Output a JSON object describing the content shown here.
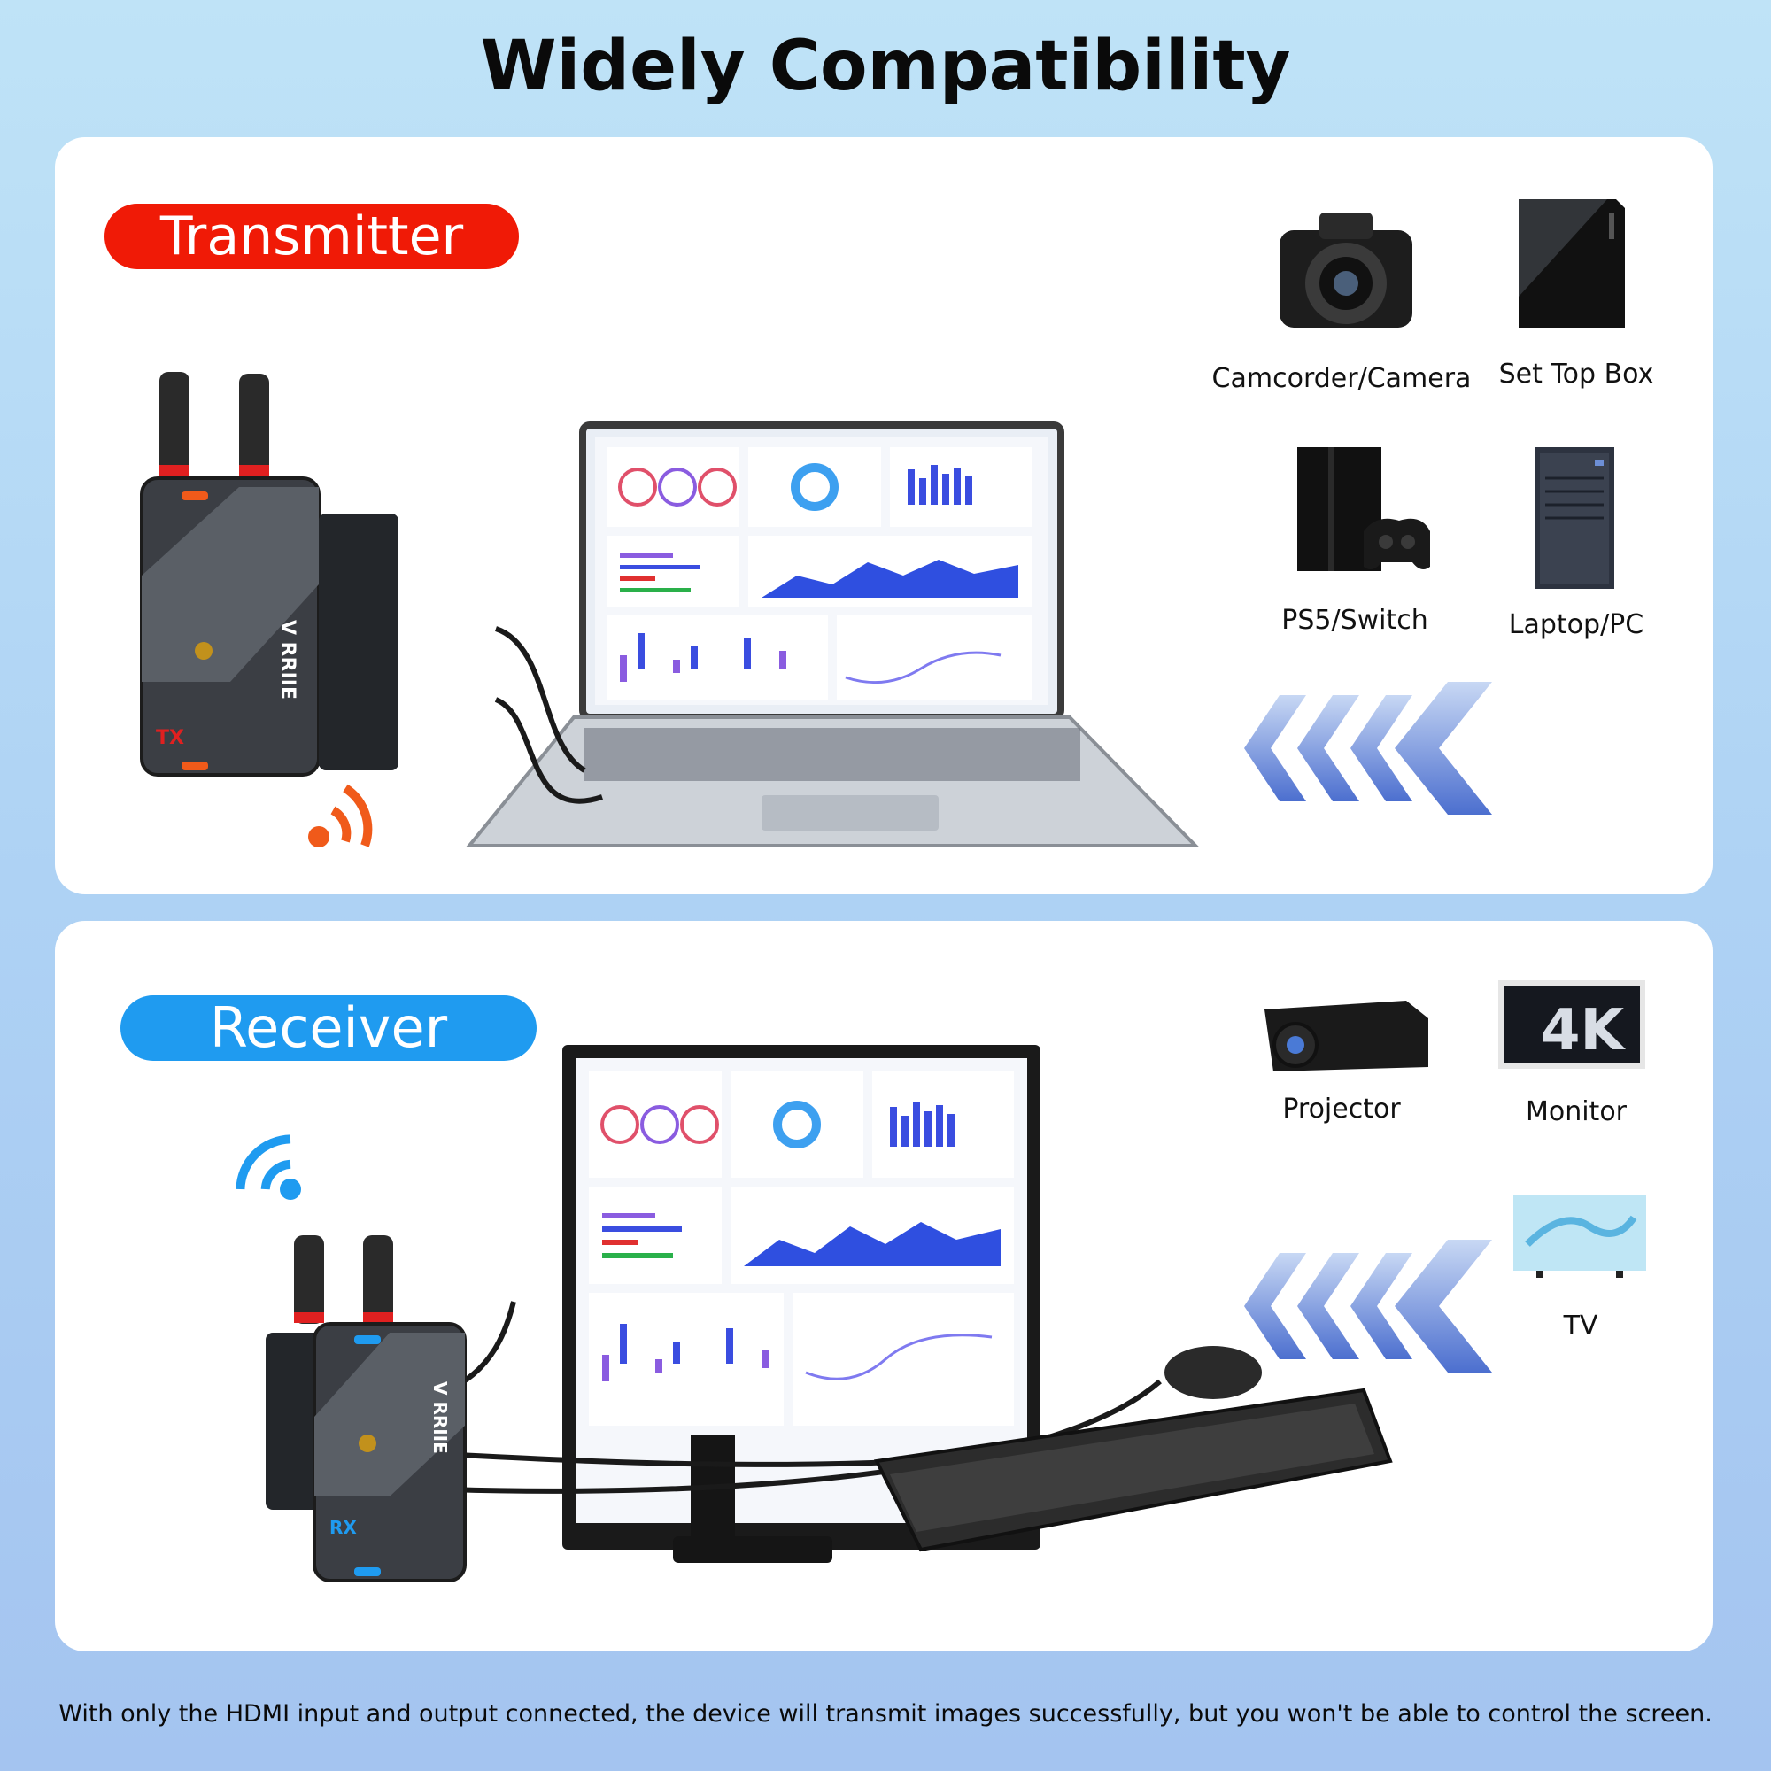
{
  "title": "Widely Compatibility",
  "transmitter": {
    "label": "Transmitter",
    "device_tag": "TX",
    "sources": [
      {
        "label": "Camcorder/Camera",
        "icon": "camera-icon"
      },
      {
        "label": "Set Top Box",
        "icon": "set-top-box-icon"
      },
      {
        "label": "PS5/Switch",
        "icon": "game-console-icon"
      },
      {
        "label": "Laptop/PC",
        "icon": "desktop-pc-icon"
      }
    ]
  },
  "receiver": {
    "label": "Receiver",
    "device_tag": "RX",
    "displays": [
      {
        "label": "Projector",
        "icon": "projector-icon"
      },
      {
        "label": "Monitor",
        "icon": "monitor-4k-icon"
      },
      {
        "label": "TV",
        "icon": "tv-icon"
      }
    ]
  },
  "brand_logo": "VRRIIE",
  "footer_note": "With only the HDMI input and output connected, the device will transmit images successfully, but you won't be able to control the screen.",
  "colors": {
    "transmitter_accent": "#f01a06",
    "receiver_accent": "#1f9bf0",
    "arrow_blue": "#6d8fd6"
  }
}
